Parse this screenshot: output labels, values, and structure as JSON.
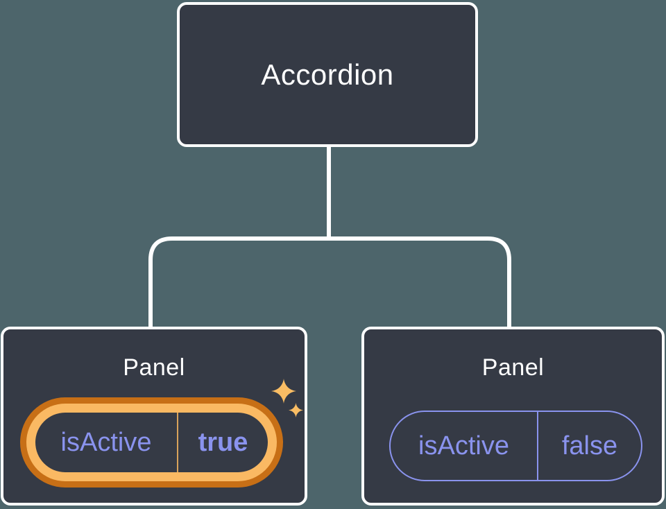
{
  "diagram": {
    "root": {
      "label": "Accordion"
    },
    "panels": [
      {
        "label": "Panel",
        "state_key": "isActive",
        "state_value": "true",
        "highlighted": true
      },
      {
        "label": "Panel",
        "state_key": "isActive",
        "state_value": "false",
        "highlighted": false
      }
    ],
    "icons": [
      "sparkle-icon"
    ],
    "colors": {
      "background": "#4d656b",
      "node_fill": "#353a45",
      "node_border": "#ffffff",
      "connector": "#ffffff",
      "state_text": "#8a93ee",
      "highlight_ring_outer": "#c76f16",
      "highlight_ring_inner": "#fab963",
      "highlight_divider": "#d9a35b",
      "sparkle": "#f9bd64"
    }
  }
}
